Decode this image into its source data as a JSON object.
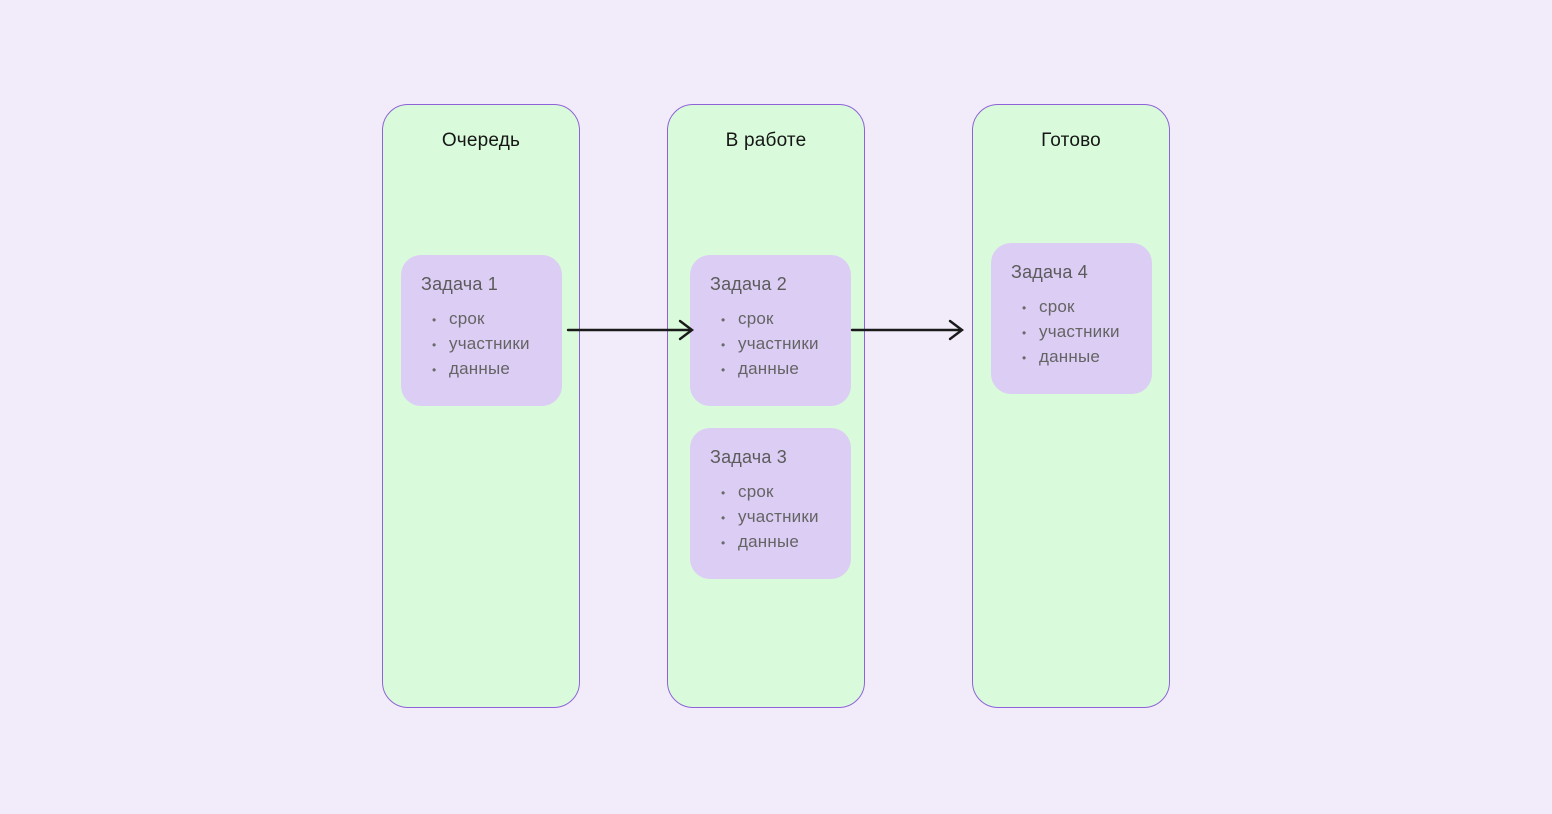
{
  "colors": {
    "page_background": "#f2ecfa",
    "column_fill": "#d9fbdb",
    "column_border": "#8f62d8",
    "card_fill": "#dccdf4",
    "column_title_text": "#161616",
    "card_text": "#5b5b5b",
    "bullet_text": "#646464",
    "arrow": "#1a1a1a"
  },
  "icons": {
    "bullet": "•"
  },
  "board": {
    "columns": [
      {
        "id": "queue",
        "title": "Очередь",
        "cards": [
          {
            "title": "Задача 1",
            "bullets": [
              "срок",
              "участники",
              "данные"
            ]
          }
        ]
      },
      {
        "id": "in-progress",
        "title": "В работе",
        "cards": [
          {
            "title": "Задача 2",
            "bullets": [
              "срок",
              "участники",
              "данные"
            ]
          },
          {
            "title": "Задача 3",
            "bullets": [
              "срок",
              "участники",
              "данные"
            ]
          }
        ]
      },
      {
        "id": "done",
        "title": "Готово",
        "cards": [
          {
            "title": "Задача 4",
            "bullets": [
              "срок",
              "участники",
              "данные"
            ]
          }
        ]
      }
    ],
    "connections": [
      {
        "from": "Очередь",
        "to": "В работе"
      },
      {
        "from": "В работе",
        "to": "Готово"
      }
    ]
  }
}
